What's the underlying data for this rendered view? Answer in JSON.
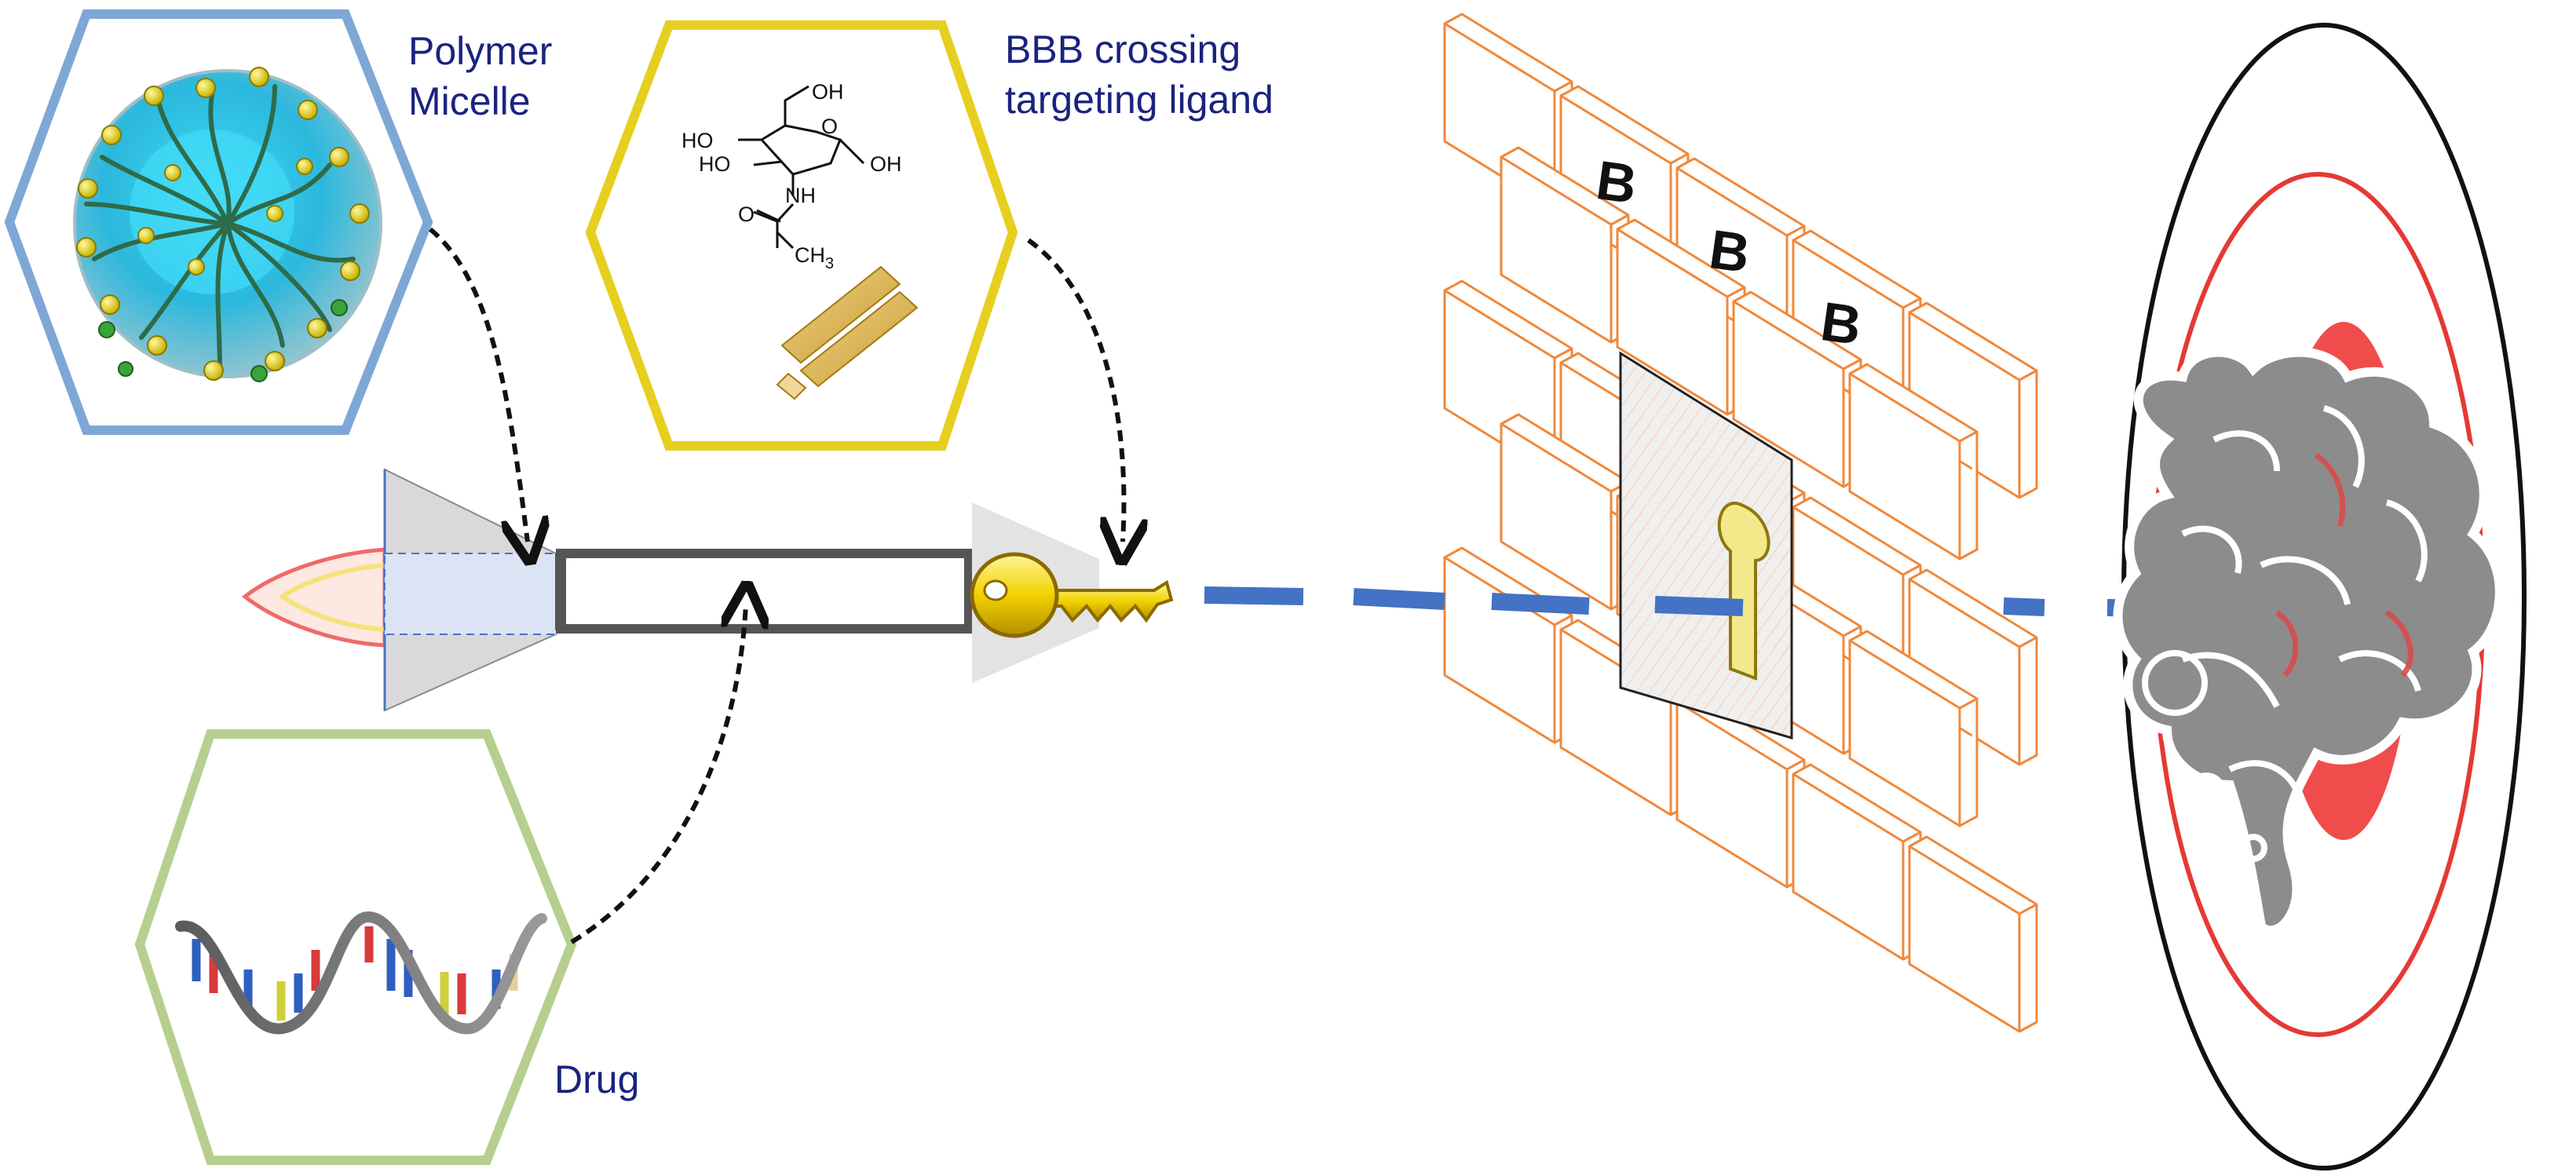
{
  "labels": {
    "micelle": [
      "Polymer",
      "Micelle"
    ],
    "ligand": [
      "BBB crossing",
      "targeting ligand"
    ],
    "drug": "Drug"
  },
  "wall_letters": [
    "B",
    "B",
    "B"
  ],
  "molecule_text": {
    "oh_top": "OH",
    "ho_left1": "HO",
    "ho_left2": "HO",
    "oh_right": "OH",
    "ring_o": "O",
    "nh": "NH",
    "o_acetyl": "O",
    "ch3": "CH",
    "ch3_sub": "3"
  },
  "colors": {
    "micelle_frame": "#7fa7d6",
    "ligand_frame": "#e6cf1f",
    "drug_frame": "#b6cf8f",
    "label_text": "#1a237e",
    "route_arrow": "#4472c4",
    "brick_outline": "#f0883a",
    "target_outer": "#111111",
    "target_inner": "#e53935",
    "key_gold": "#e6c200"
  }
}
